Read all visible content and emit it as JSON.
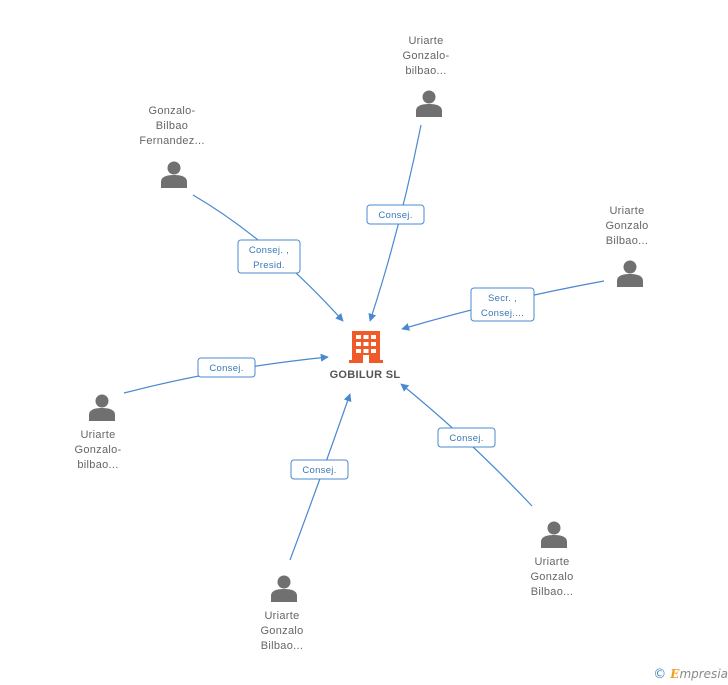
{
  "company": {
    "name": "GOBILUR SL"
  },
  "nodes": [
    {
      "id": "top",
      "lines": [
        "Uriarte",
        "Gonzalo-",
        "bilbao..."
      ],
      "role": [
        "Consej."
      ]
    },
    {
      "id": "top-left",
      "lines": [
        "Gonzalo-",
        "Bilbao",
        "Fernandez..."
      ],
      "role": [
        "Consej. ,",
        "Presid."
      ]
    },
    {
      "id": "right",
      "lines": [
        "Uriarte",
        "Gonzalo",
        "Bilbao..."
      ],
      "role": [
        "Secr. ,",
        "Consej...."
      ]
    },
    {
      "id": "left",
      "lines": [
        "Uriarte",
        "Gonzalo-",
        "bilbao..."
      ],
      "role": [
        "Consej."
      ]
    },
    {
      "id": "bottom",
      "lines": [
        "Uriarte",
        "Gonzalo",
        "Bilbao..."
      ],
      "role": [
        "Consej."
      ]
    },
    {
      "id": "bottom-right",
      "lines": [
        "Uriarte",
        "Gonzalo",
        "Bilbao..."
      ],
      "role": [
        "Consej."
      ]
    }
  ],
  "footer": {
    "copyright_symbol": "©",
    "brand_initial": "E",
    "brand_rest": "mpresia"
  },
  "colors": {
    "edge": "#4a88d0",
    "label_border": "#4a88d0",
    "label_text": "#3a78b8",
    "person_icon": "#707070",
    "company_icon": "#f05a28"
  }
}
